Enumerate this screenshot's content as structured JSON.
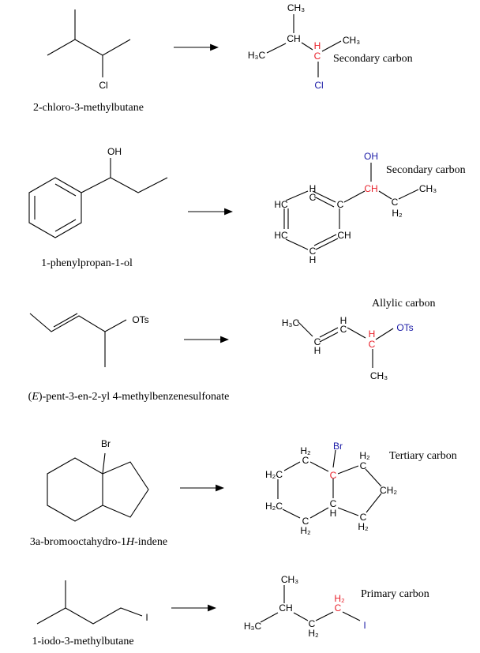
{
  "colors": {
    "highlight_carbon": "#e8202a",
    "heteroatom": "#1a1aa6"
  },
  "reactions": [
    {
      "name": "2-chloro-3-methylbutane",
      "label": "Secondary carbon",
      "atoms": {
        "ch3_top": "CH₃",
        "ch": "CH",
        "h3c": "H₃C",
        "h_red": "H",
        "c_red": "C",
        "ch3_right": "CH₃",
        "cl": "Cl",
        "cl_skeletal": "Cl"
      }
    },
    {
      "name": "1-phenylpropan-1-ol",
      "label": "Secondary carbon",
      "atoms": {
        "oh_skeletal": "OH",
        "oh": "OH",
        "ch_red": "CH",
        "c": "C",
        "h2": "H₂",
        "ch3": "CH₃",
        "h_top": "H",
        "c_top": "C",
        "hc_upper": "HC",
        "hc_lower": "HC",
        "c_ring": "C",
        "ch_ring": "CH",
        "c_bottom": "C",
        "h_bottom": "H"
      }
    },
    {
      "name_prefix": "(",
      "name_italic": "E",
      "name_suffix": ")-pent-3-en-2-yl 4-methylbenzenesulfonate",
      "label": "Allylic carbon",
      "atoms": {
        "ots_skeletal": "OTs",
        "h3c": "H₃C",
        "c1": "C",
        "h1": "H",
        "h2": "H",
        "c2": "C",
        "h_red": "H",
        "c_red": "C",
        "ots": "OTs",
        "ch3": "CH₃"
      }
    },
    {
      "name_prefix": "3a-bromooctahydro-1",
      "name_italic": "H",
      "name_suffix": "-indene",
      "label": "Tertiary carbon",
      "atoms": {
        "br_skeletal": "Br",
        "br": "Br",
        "h2_a": "H₂",
        "c_a": "C",
        "c_red": "C",
        "h2_b": "H₂",
        "c_b": "C",
        "h2c_1": "H₂C",
        "ch2": "CH₂",
        "h2c_2": "H₂C",
        "c_h": "C",
        "h": "H",
        "c_c": "C",
        "h2_c": "H₂",
        "c_d": "C",
        "h2_d": "H₂"
      }
    },
    {
      "name": "1-iodo-3-methylbutane",
      "label": "Primary carbon",
      "atoms": {
        "i_skeletal": "I",
        "ch3": "CH₃",
        "ch": "CH",
        "h3c": "H₃C",
        "c": "C",
        "h2": "H₂",
        "h2_red": "H₂",
        "c_red": "C",
        "i": "I"
      }
    }
  ]
}
